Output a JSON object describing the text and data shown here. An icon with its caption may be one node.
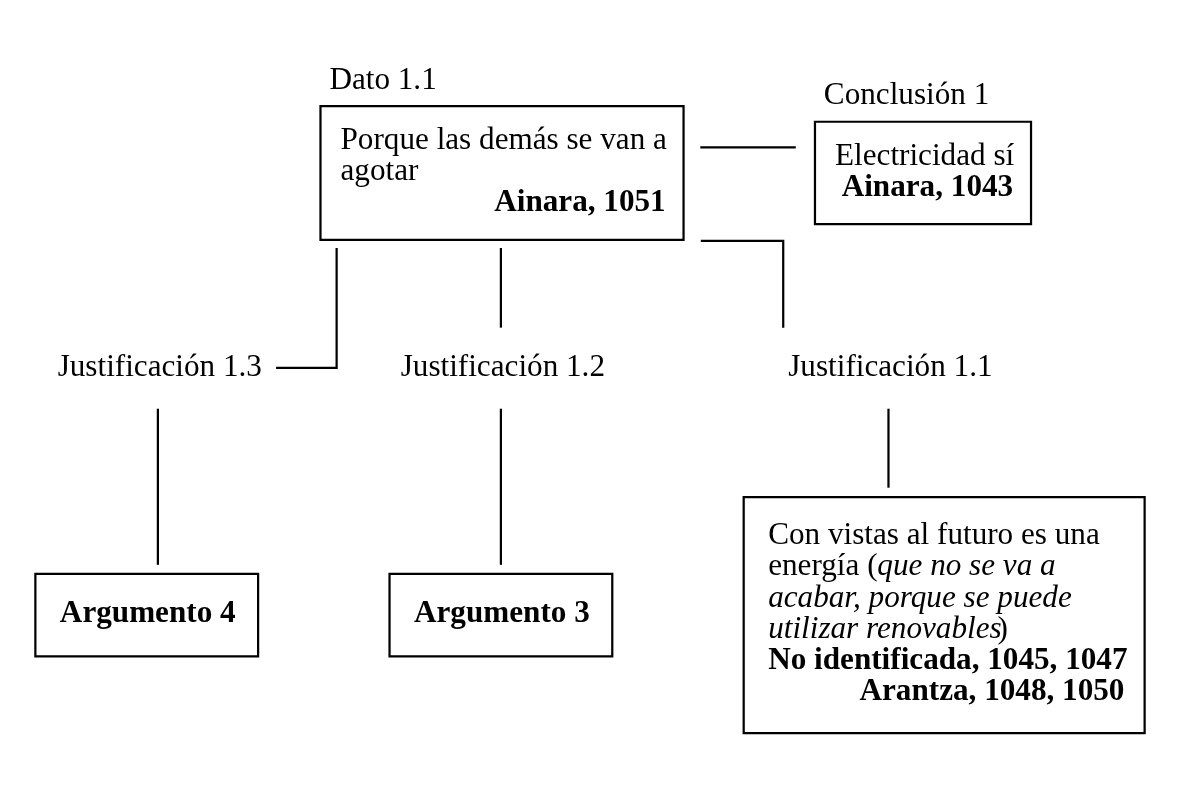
{
  "diagram": {
    "nodes": [
      {
        "text": [
          "Dato 1.1",
          "Porque las demás se van a agotar",
          "Ainara, 1051"
        ]
      },
      {
        "text": [
          "Conclusión 1",
          "Electricidad sí",
          "Ainara, 1043"
        ]
      },
      {
        "text": [
          "Justificación 1.3"
        ]
      },
      {
        "text": [
          "Argumento 4"
        ]
      },
      {
        "text": [
          "Justificación 1.2"
        ]
      },
      {
        "text": [
          "Argumento 3"
        ]
      },
      {
        "text": [
          "Justificación 1.1"
        ]
      },
      {
        "text": [
          "Con vistas al futuro es una energía (*que no se va a acabar, porque se puede utilizar renovables*)",
          "No identificada, 1045, 1047",
          "Arantza, 1048, 1050"
        ]
      }
    ],
    "edges": [
      {
        "from": 0,
        "to": 1,
        "arrow": "none"
      },
      {
        "from": 0,
        "to": 2,
        "arrow": "none"
      },
      {
        "from": 0,
        "to": 4,
        "arrow": "none"
      },
      {
        "from": 0,
        "to": 6,
        "arrow": "none"
      },
      {
        "from": 2,
        "to": 3,
        "arrow": "none"
      },
      {
        "from": 4,
        "to": 5,
        "arrow": "none"
      },
      {
        "from": 6,
        "to": 7,
        "arrow": "none"
      }
    ]
  }
}
